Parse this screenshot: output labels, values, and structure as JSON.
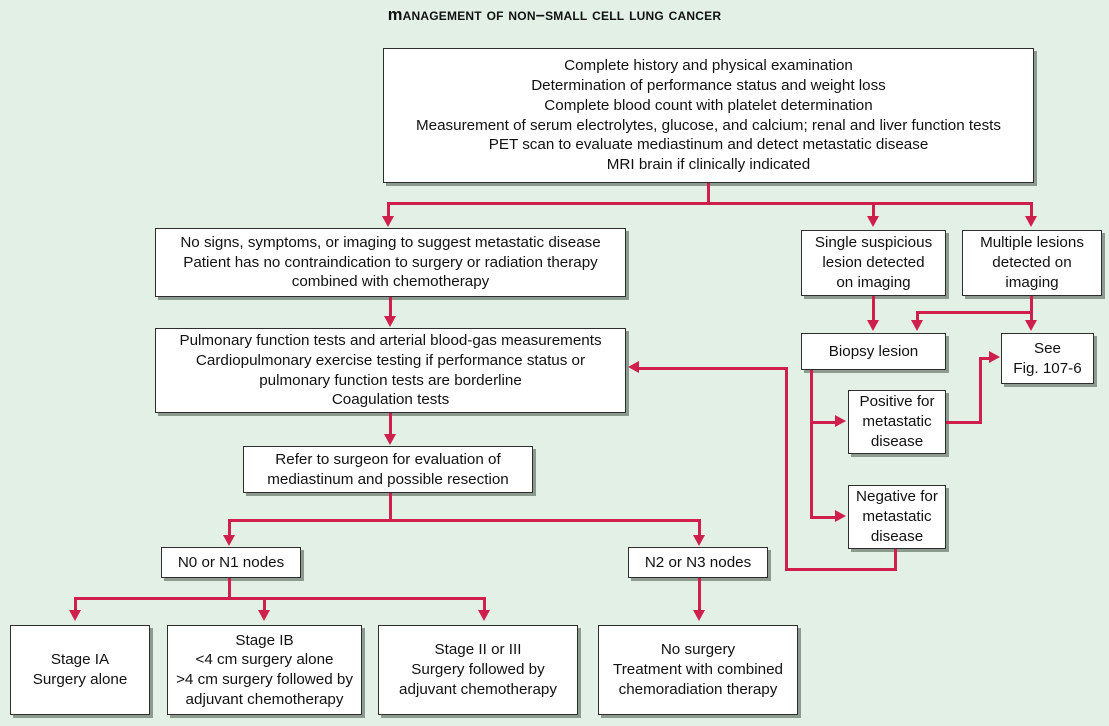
{
  "title": "Management of Non–Small Cell Lung Cancer",
  "theme": {
    "background": "#e2f0e5",
    "connector": "#cf1f4c",
    "box_fill": "#ffffff",
    "box_border": "#2e2e2e",
    "box_shadow": "#8d9a8f",
    "text": "#111111"
  },
  "nodes": {
    "workup": {
      "label": "Complete history and physical examination\nDetermination of performance status and weight loss\nComplete blood count with platelet determination\nMeasurement of serum electrolytes, glucose, and calcium; renal and liver function tests\nPET scan to evaluate mediastinum and detect metastatic disease\nMRI brain if clinically indicated"
    },
    "no_signs": {
      "label": "No signs, symptoms, or imaging to suggest metastatic disease\nPatient has no contraindication to surgery or radiation therapy\ncombined with chemotherapy"
    },
    "single_lesion": {
      "label": "Single suspicious\nlesion detected\non imaging"
    },
    "multiple_lesions": {
      "label": "Multiple lesions\ndetected on\nimaging"
    },
    "pft": {
      "label": "Pulmonary function tests and arterial blood-gas measurements\nCardiopulmonary exercise testing if performance status or\npulmonary function tests are borderline\nCoagulation tests"
    },
    "biopsy": {
      "label": "Biopsy lesion"
    },
    "see_fig": {
      "label": "See\nFig. 107-6"
    },
    "positive": {
      "label": "Positive for\nmetastatic\ndisease"
    },
    "negative": {
      "label": "Negative for\nmetastatic\ndisease"
    },
    "refer": {
      "label": "Refer to surgeon for evaluation of\nmediastinum and possible resection"
    },
    "n0n1": {
      "label": "N0 or N1 nodes"
    },
    "n2n3": {
      "label": "N2 or N3 nodes"
    },
    "stage_ia": {
      "label": "Stage IA\nSurgery alone"
    },
    "stage_ib": {
      "label": "Stage IB\n<4 cm surgery alone\n>4 cm surgery followed by\nadjuvant chemotherapy"
    },
    "stage_ii_iii": {
      "label": "Stage II or III\nSurgery followed by\nadjuvant chemotherapy"
    },
    "no_surgery": {
      "label": "No surgery\nTreatment with combined\nchemoradiation therapy"
    }
  },
  "flow": {
    "edges": [
      {
        "from": "workup",
        "to": "no_signs"
      },
      {
        "from": "workup",
        "to": "single_lesion"
      },
      {
        "from": "workup",
        "to": "multiple_lesions"
      },
      {
        "from": "no_signs",
        "to": "pft"
      },
      {
        "from": "single_lesion",
        "to": "biopsy"
      },
      {
        "from": "multiple_lesions",
        "to": "biopsy"
      },
      {
        "from": "multiple_lesions",
        "to": "see_fig"
      },
      {
        "from": "biopsy",
        "to": "positive"
      },
      {
        "from": "biopsy",
        "to": "negative"
      },
      {
        "from": "positive",
        "to": "see_fig"
      },
      {
        "from": "negative",
        "to": "pft"
      },
      {
        "from": "pft",
        "to": "refer"
      },
      {
        "from": "refer",
        "to": "n0n1"
      },
      {
        "from": "refer",
        "to": "n2n3"
      },
      {
        "from": "n0n1",
        "to": "stage_ia"
      },
      {
        "from": "n0n1",
        "to": "stage_ib"
      },
      {
        "from": "n0n1",
        "to": "stage_ii_iii"
      },
      {
        "from": "n2n3",
        "to": "no_surgery"
      }
    ]
  }
}
